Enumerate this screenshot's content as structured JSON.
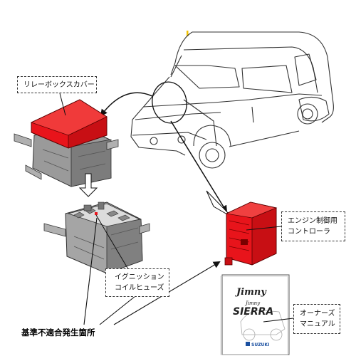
{
  "labels": {
    "relay_cover": "リレーボックスカバー",
    "engine_controller_line1": "エンジン制御用",
    "engine_controller_line2": "コントローラ",
    "ignition_coil_fuse_line1": "イグニッション",
    "ignition_coil_fuse_line2": "コイルヒューズ",
    "owners_manual_line1": "オーナーズ",
    "owners_manual_line2": "マニュアル",
    "defect_location": "基準不適合発生箇所"
  },
  "manual_cover": {
    "brand": "Jimny",
    "model_prefix": "Jimny",
    "model": "SIERRA",
    "maker": "SUZUKI"
  },
  "colors": {
    "highlight_red": "#e8141b",
    "line": "#222222",
    "gray_part": "#9a9a9a"
  }
}
